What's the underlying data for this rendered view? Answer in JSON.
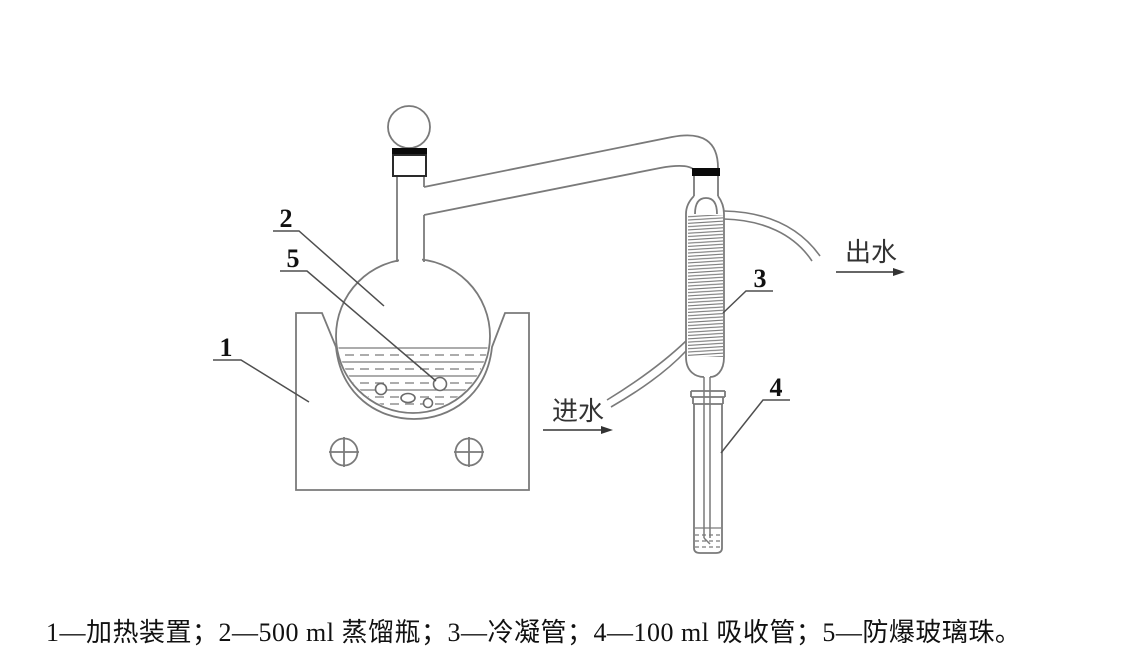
{
  "page": {
    "background": "#ffffff"
  },
  "colors": {
    "apparatus_line": "#7a7a7a",
    "leader_line": "#4f4f4f",
    "label_text": "#111111",
    "joint_band": "#0a0a0a"
  },
  "diagram": {
    "part_labels": {
      "heating_device": "1",
      "distillation_flask": "2",
      "condenser": "3",
      "absorption_tube": "4",
      "glass_beads": "5"
    },
    "flow_labels": {
      "water_in": "进水",
      "water_out": "出水"
    }
  },
  "caption": {
    "text": "1—加热装置；2—500 ml 蒸馏瓶；3—冷凝管；4—100 ml 吸收管；5—防爆玻璃珠。",
    "parts": [
      {
        "id": "1",
        "name": "加热装置"
      },
      {
        "id": "2",
        "name": "500 ml 蒸馏瓶"
      },
      {
        "id": "3",
        "name": "冷凝管"
      },
      {
        "id": "4",
        "name": "100 ml 吸收管"
      },
      {
        "id": "5",
        "name": "防爆玻璃珠"
      }
    ]
  }
}
